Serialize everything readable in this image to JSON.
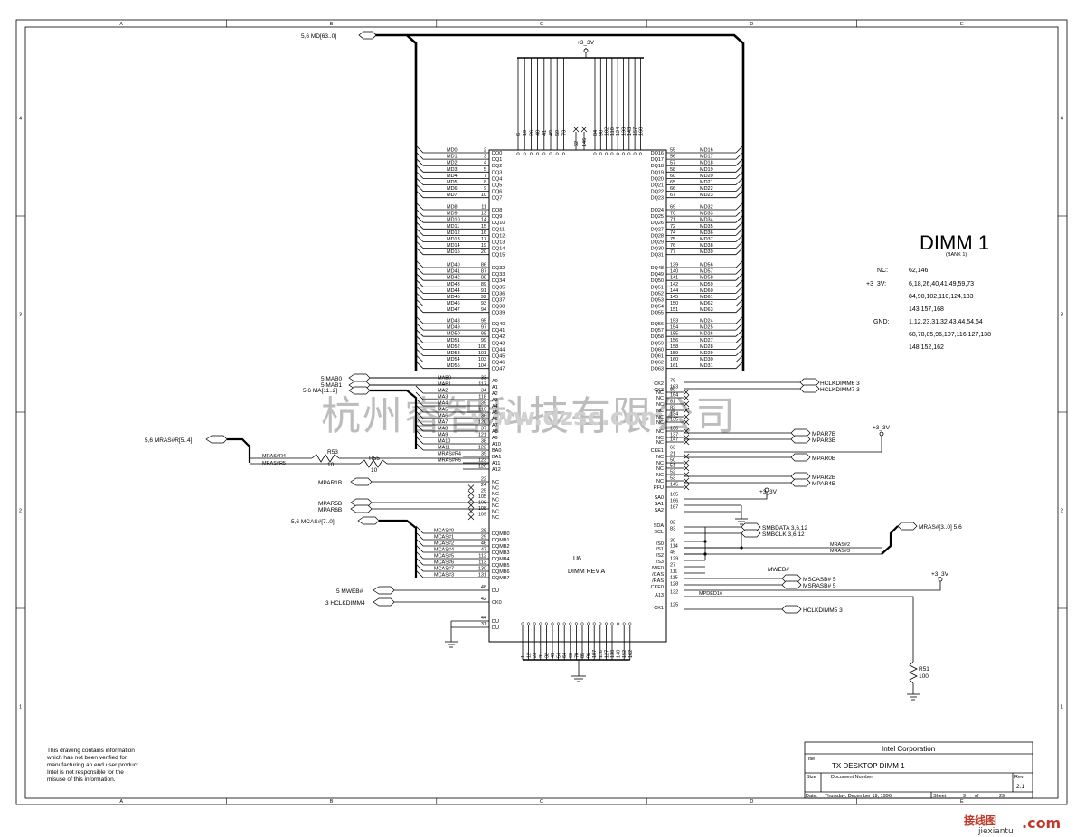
{
  "sheet": {
    "dimm_title": "DIMM 1",
    "dimm_subtitle": "(BANK 1)",
    "chip_ref": "U6",
    "chip_name": "DIMM REV A",
    "power_top": "+3_3V",
    "power_right": "+3_3V",
    "power_mid": "+3_3V",
    "power_sa": "+3_3V",
    "power_cke": "+3_3V"
  },
  "pin_notes": {
    "nc_label": "NC:",
    "nc_pins": "62,146",
    "v33_label": "+3_3V:",
    "v33_pins_1": "6,18,26,40,41,49,59,73",
    "v33_pins_2": "84,90,102,110,124,133",
    "v33_pins_3": "143,157,168",
    "gnd_label": "GND:",
    "gnd_pins_1": "1,12,23,31,32,43,44,54,64",
    "gnd_pins_2": "68,78,85,96,107,116,127,138",
    "gnd_pins_3": "148,152,162"
  },
  "left_ports": {
    "md_bus": "5,6  MD[63..0]",
    "mab0": "5  MAB0",
    "mab1": "5  MAB1",
    "ma_bus": "5,6  MA[11..2]",
    "mras_bus": "5,6  MRAS#R[5..4]",
    "mpar1b": "MPAR1B",
    "mpar5b": "MPAR5B",
    "mpar6b": "MPAR6B",
    "mcas_bus": "5,6  MCAS#[7..0]",
    "mweb": "5  MWEB#",
    "hclk4": "3  HCLKDIMM4"
  },
  "resistors": {
    "r53": "R53",
    "r53_val": "10",
    "r55": "R55",
    "r55_val": "10",
    "r51": "R51",
    "r51_val": "100",
    "net_mrasr4": "MRAS#R4",
    "net_mrasr5": "MRAS#R5"
  },
  "left_dq": {
    "g1": [
      [
        "MD0",
        "2",
        "DQ0"
      ],
      [
        "MD1",
        "3",
        "DQ1"
      ],
      [
        "MD2",
        "4",
        "DQ2"
      ],
      [
        "MD3",
        "5",
        "DQ3"
      ],
      [
        "MD4",
        "7",
        "DQ4"
      ],
      [
        "MD5",
        "8",
        "DQ5"
      ],
      [
        "MD6",
        "9",
        "DQ6"
      ],
      [
        "MD7",
        "10",
        "DQ7"
      ]
    ],
    "g2": [
      [
        "MD8",
        "11",
        "DQ8"
      ],
      [
        "MD9",
        "13",
        "DQ9"
      ],
      [
        "MD10",
        "14",
        "DQ10"
      ],
      [
        "MD11",
        "15",
        "DQ11"
      ],
      [
        "MD12",
        "16",
        "DQ12"
      ],
      [
        "MD13",
        "17",
        "DQ13"
      ],
      [
        "MD14",
        "19",
        "DQ14"
      ],
      [
        "MD15",
        "20",
        "DQ15"
      ]
    ],
    "g3": [
      [
        "MD40",
        "86",
        "DQ32"
      ],
      [
        "MD41",
        "87",
        "DQ33"
      ],
      [
        "MD42",
        "88",
        "DQ34"
      ],
      [
        "MD43",
        "89",
        "DQ35"
      ],
      [
        "MD44",
        "91",
        "DQ36"
      ],
      [
        "MD45",
        "92",
        "DQ37"
      ],
      [
        "MD46",
        "93",
        "DQ38"
      ],
      [
        "MD47",
        "94",
        "DQ39"
      ]
    ],
    "g4": [
      [
        "MD48",
        "95",
        "DQ40"
      ],
      [
        "MD49",
        "97",
        "DQ41"
      ],
      [
        "MD50",
        "98",
        "DQ42"
      ],
      [
        "MD51",
        "99",
        "DQ43"
      ],
      [
        "MD52",
        "100",
        "DQ44"
      ],
      [
        "MD53",
        "101",
        "DQ45"
      ],
      [
        "MD54",
        "103",
        "DQ46"
      ],
      [
        "MD55",
        "104",
        "DQ47"
      ]
    ]
  },
  "left_addr": [
    [
      "MAB0",
      "33",
      "A0"
    ],
    [
      "MAB1",
      "117",
      "A1"
    ],
    [
      "MA2",
      "34",
      "A2"
    ],
    [
      "MA3",
      "118",
      "A3"
    ],
    [
      "MA4",
      "35",
      "A4"
    ],
    [
      "MA5",
      "119",
      "A5"
    ],
    [
      "MA6",
      "36",
      "A6"
    ],
    [
      "MA7",
      "120",
      "A7"
    ],
    [
      "MA8",
      "37",
      "A8"
    ],
    [
      "MA9",
      "121",
      "A9"
    ],
    [
      "MA10",
      "38",
      "A10"
    ],
    [
      "MA11",
      "122",
      "BA0"
    ],
    [
      "MRAS#R4",
      "39",
      "BA1"
    ],
    [
      "MRAS#R5",
      "123",
      "A11"
    ],
    [
      "",
      "126",
      "A12"
    ]
  ],
  "left_nc": [
    [
      "",
      "22",
      "NC"
    ],
    [
      "",
      "24",
      "NC"
    ],
    [
      "",
      "25",
      "NC"
    ],
    [
      "",
      "105",
      "NC"
    ],
    [
      "",
      "106",
      "NC"
    ],
    [
      "",
      "108",
      "NC"
    ],
    [
      "",
      "109",
      "NC"
    ]
  ],
  "left_dqmb": [
    [
      "MCAS#0",
      "28",
      "DQMB0"
    ],
    [
      "MCAS#1",
      "29",
      "DQMB1"
    ],
    [
      "MCAS#2",
      "46",
      "DQMB2"
    ],
    [
      "MCAS#4",
      "47",
      "DQMB3"
    ],
    [
      "MCAS#5",
      "112",
      "DQMB4"
    ],
    [
      "MCAS#6",
      "113",
      "DQMB5"
    ],
    [
      "MCAS#7",
      "130",
      "DQMB6"
    ],
    [
      "MCAS#3",
      "131",
      "DQMB7"
    ]
  ],
  "left_misc": [
    [
      "",
      "48",
      "DU"
    ],
    [
      "",
      "42",
      "CK0"
    ],
    [
      "",
      "44",
      "DU"
    ],
    [
      "",
      "31",
      "DU"
    ]
  ],
  "right_dq": {
    "g1": [
      [
        "DQ16",
        "55",
        "MD16"
      ],
      [
        "DQ17",
        "56",
        "MD17"
      ],
      [
        "DQ18",
        "57",
        "MD18"
      ],
      [
        "DQ19",
        "58",
        "MD19"
      ],
      [
        "DQ20",
        "60",
        "MD20"
      ],
      [
        "DQ21",
        "65",
        "MD21"
      ],
      [
        "DQ22",
        "66",
        "MD22"
      ],
      [
        "DQ23",
        "67",
        "MD23"
      ]
    ],
    "g2": [
      [
        "DQ24",
        "69",
        "MD32"
      ],
      [
        "DQ25",
        "70",
        "MD33"
      ],
      [
        "DQ26",
        "71",
        "MD34"
      ],
      [
        "DQ27",
        "72",
        "MD35"
      ],
      [
        "DQ28",
        "74",
        "MD36"
      ],
      [
        "DQ29",
        "75",
        "MD37"
      ],
      [
        "DQ30",
        "76",
        "MD38"
      ],
      [
        "DQ31",
        "77",
        "MD39"
      ]
    ],
    "g3": [
      [
        "DQ48",
        "139",
        "MD56"
      ],
      [
        "DQ49",
        "140",
        "MD57"
      ],
      [
        "DQ50",
        "141",
        "MD58"
      ],
      [
        "DQ51",
        "142",
        "MD59"
      ],
      [
        "DQ52",
        "144",
        "MD60"
      ],
      [
        "DQ53",
        "145",
        "MD61"
      ],
      [
        "DQ54",
        "150",
        "MD62"
      ],
      [
        "DQ55",
        "151",
        "MD63"
      ]
    ],
    "g4": [
      [
        "DQ56",
        "153",
        "MD24"
      ],
      [
        "DQ57",
        "154",
        "MD25"
      ],
      [
        "DQ58",
        "155",
        "MD26"
      ],
      [
        "DQ59",
        "156",
        "MD27"
      ],
      [
        "DQ60",
        "158",
        "MD28"
      ],
      [
        "DQ61",
        "159",
        "MD29"
      ],
      [
        "DQ62",
        "160",
        "MD30"
      ],
      [
        "DQ63",
        "161",
        "MD31"
      ]
    ]
  },
  "right_ctl": [
    [
      "CK2",
      "79",
      ""
    ],
    [
      "CK3",
      "163",
      ""
    ],
    [
      "NC",
      "80",
      ""
    ],
    [
      "NC",
      "164",
      ""
    ],
    [
      "NC",
      "81",
      ""
    ],
    [
      "NC",
      "82",
      ""
    ],
    [
      "NC",
      "134",
      ""
    ],
    [
      "NC",
      "135",
      ""
    ],
    [
      "NC",
      "136",
      ""
    ],
    [
      "NC",
      "137",
      ""
    ],
    [
      "NC",
      "147",
      ""
    ],
    [
      "CKE1",
      "63",
      ""
    ],
    [
      "NC",
      "21",
      ""
    ],
    [
      "NC",
      "50",
      ""
    ],
    [
      "NC",
      "51",
      ""
    ],
    [
      "NC",
      "52",
      ""
    ],
    [
      "NC",
      "53",
      ""
    ],
    [
      "RFU",
      "145",
      ""
    ],
    [
      "SA0",
      "165",
      ""
    ],
    [
      "SA1",
      "166",
      ""
    ],
    [
      "SA2",
      "167",
      ""
    ],
    [
      "SDA",
      "82",
      ""
    ],
    [
      "SCL",
      "83",
      ""
    ],
    [
      "/S0",
      "30",
      ""
    ],
    [
      "/S1",
      "114",
      ""
    ],
    [
      "/S2",
      "45",
      ""
    ],
    [
      "/S3",
      "129",
      ""
    ],
    [
      "/WE0",
      "27",
      ""
    ],
    [
      "/CAS",
      "111",
      ""
    ],
    [
      "/RAS",
      "115",
      ""
    ],
    [
      "CKE0",
      "128",
      ""
    ],
    [
      "A13",
      "132",
      ""
    ],
    [
      "CK1",
      "125",
      ""
    ]
  ],
  "right_ports": {
    "hclk6": "HCLKDIMM6  3",
    "hclk7": "HCLKDIMM7  3",
    "mpar7b": "MPAR7B",
    "mpar3b": "MPAR3B",
    "mpar0b": "MPAR0B",
    "mpar2b": "MPAR2B",
    "mpar4b": "MPAR4B",
    "smbdata": "SMBDATA  3,6,12",
    "smbclk": "SMBCLK  3,6,12",
    "mras_bus": "MRAS#[3..0]  5,6",
    "mras2": "MRAS#2",
    "mras3": "MRAS#3",
    "mweb": "MWEB#",
    "mscas": "MSCASB#  5",
    "msras": "MSRASB#  5",
    "mpded": "MPDED1#",
    "hclk5": "HCLKDIMM5  3"
  },
  "top_pins": [
    "6",
    "18",
    "26",
    "40",
    "41",
    "49",
    "59",
    "73",
    "84",
    "90",
    "102",
    "110",
    "124",
    "133",
    "143",
    "157",
    "168"
  ],
  "top_nc": [
    "62",
    "146"
  ],
  "bottom_pins": [
    "1",
    "12",
    "23",
    "31",
    "32",
    "43",
    "54",
    "64",
    "68",
    "78",
    "85",
    "96",
    "107",
    "116",
    "127",
    "138",
    "148",
    "152",
    "162"
  ],
  "note": [
    "This drawing contains information",
    "which has not been verified for",
    "manufacturing an end user product.",
    "Intel is not responsible for the",
    "misuse of this information."
  ],
  "title_block": {
    "company": "Intel Corporation",
    "title_label": "Title",
    "title": "TX DESKTOP DIMM 1",
    "size_label": "Size",
    "docnum_label": "Document Number",
    "rev_label": "Rev",
    "rev": "2.1",
    "date_label": "Date:",
    "date": "Thursday, December 19, 1996",
    "sheet_label": "Sheet",
    "sheet_num": "9",
    "of_label": "of",
    "sheet_total": "29"
  },
  "border": {
    "cols": [
      "A",
      "B",
      "C",
      "D",
      "E"
    ],
    "rows": [
      "4",
      "3",
      "2",
      "1"
    ]
  },
  "watermark": {
    "cn": "杭州睿智科技有限公司",
    "web": "www.dzsc.com"
  },
  "brand": {
    "cn": "接线图",
    "dot": ".com",
    "site": "jiexiantu"
  }
}
